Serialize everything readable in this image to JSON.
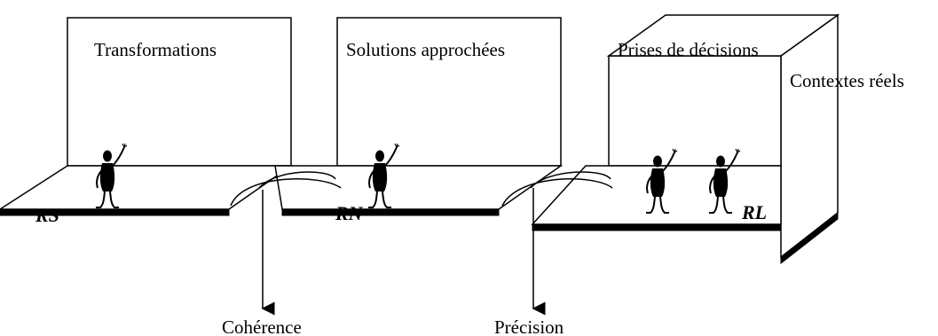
{
  "panels": [
    {
      "title": "Transformations",
      "badge": "RS"
    },
    {
      "title": "Solutions approchées",
      "badge": "RN"
    },
    {
      "title": "Prises de décisions",
      "badge": "RL",
      "side_title": "Contextes réels"
    }
  ],
  "bridges": [
    {
      "label": "Cohérence"
    },
    {
      "label": "Précision"
    }
  ]
}
